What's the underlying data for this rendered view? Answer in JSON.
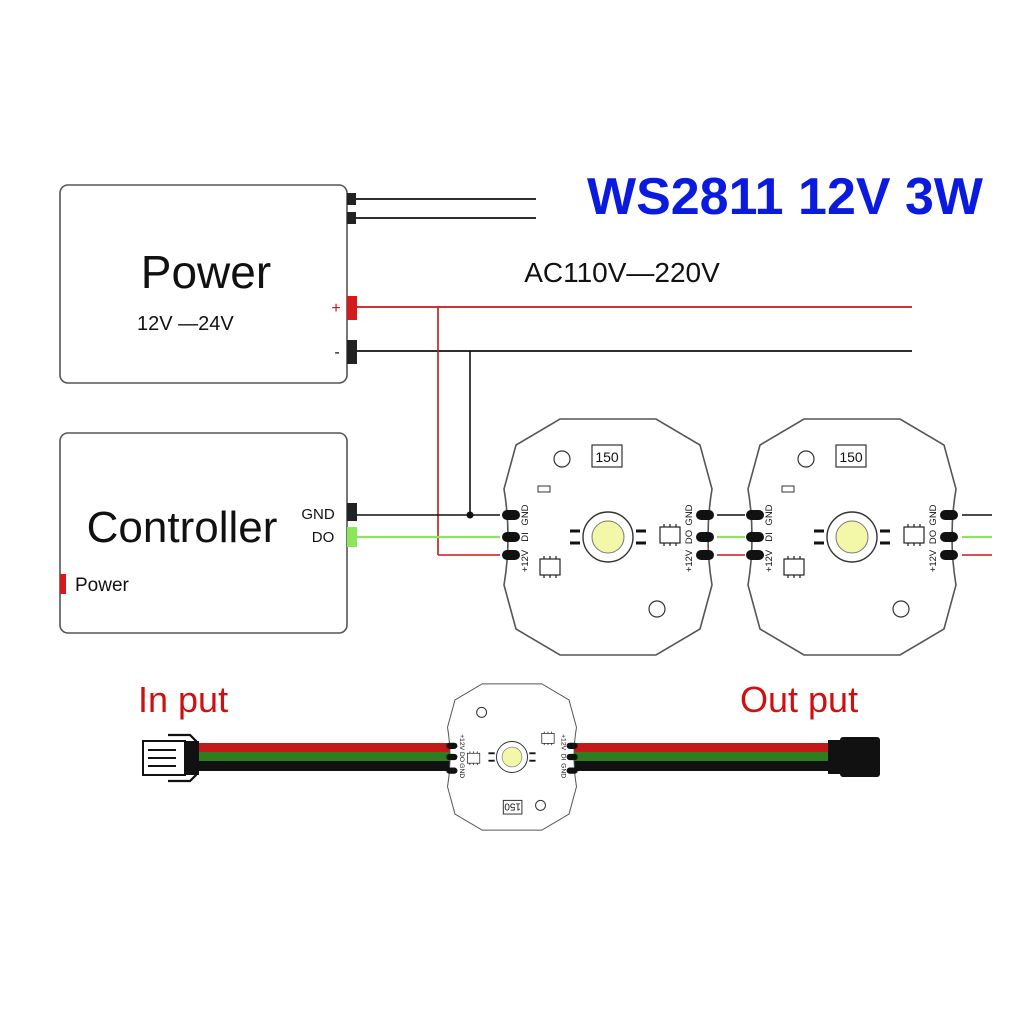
{
  "title": "WS2811 12V 3W",
  "colors": {
    "title": "#0a1adf",
    "red_label": "#d01010",
    "red_wire": "#c51818",
    "green_wire": "#88e060",
    "dark_green_wire": "#2e7d1e",
    "black_wire": "#111111",
    "box_border": "#555555",
    "led": "#f3f7a8"
  },
  "power": {
    "label": "Power",
    "voltage": "12V —24V",
    "plus": "+",
    "minus": "-"
  },
  "ac_label": "AC110V—220V",
  "controller": {
    "label": "Controller",
    "gnd": "GND",
    "do": "DO",
    "power_indicator": "Power"
  },
  "module": {
    "code": "150",
    "left_pins": [
      "GND",
      "DI",
      "+12V"
    ],
    "right_pins": [
      "GND",
      "DO",
      "+12V"
    ]
  },
  "cable": {
    "input_label": "In put",
    "output_label": "Out put"
  }
}
